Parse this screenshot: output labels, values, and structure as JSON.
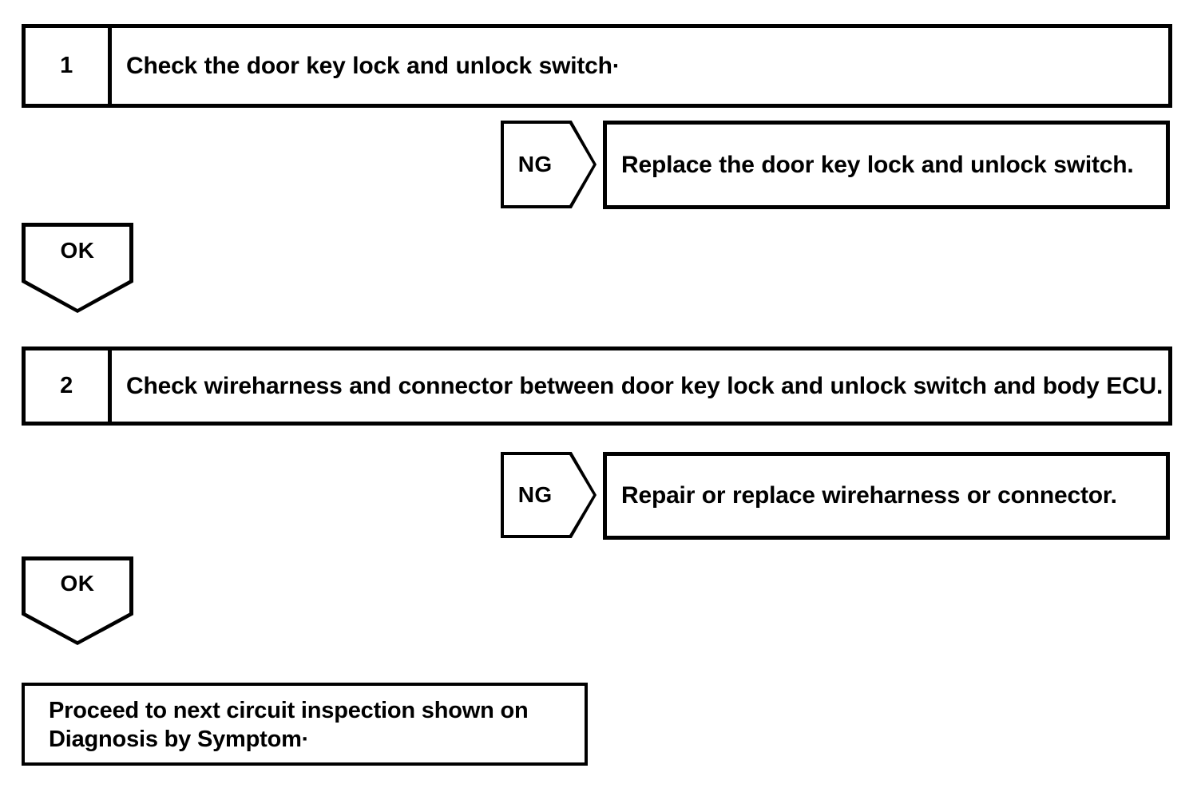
{
  "document": {
    "type": "diagnostic-flowchart",
    "background_color": "#ffffff",
    "line_color": "#000000"
  },
  "steps": [
    {
      "number": "1",
      "instruction": "Check the door key lock and unlock switch·"
    },
    {
      "number": "2",
      "instruction": "Check wireharness and connector between door key lock and unlock switch and body ECU."
    }
  ],
  "branches": [
    {
      "label": "NG",
      "action": "Replace the door key lock and unlock switch."
    },
    {
      "label": "NG",
      "action": "Repair or replace wireharness or connector."
    }
  ],
  "pass_labels": [
    {
      "label": "OK"
    },
    {
      "label": "OK"
    }
  ],
  "terminal": {
    "text": "Proceed to next circuit inspection shown on Diagnosis by Symptom·"
  }
}
